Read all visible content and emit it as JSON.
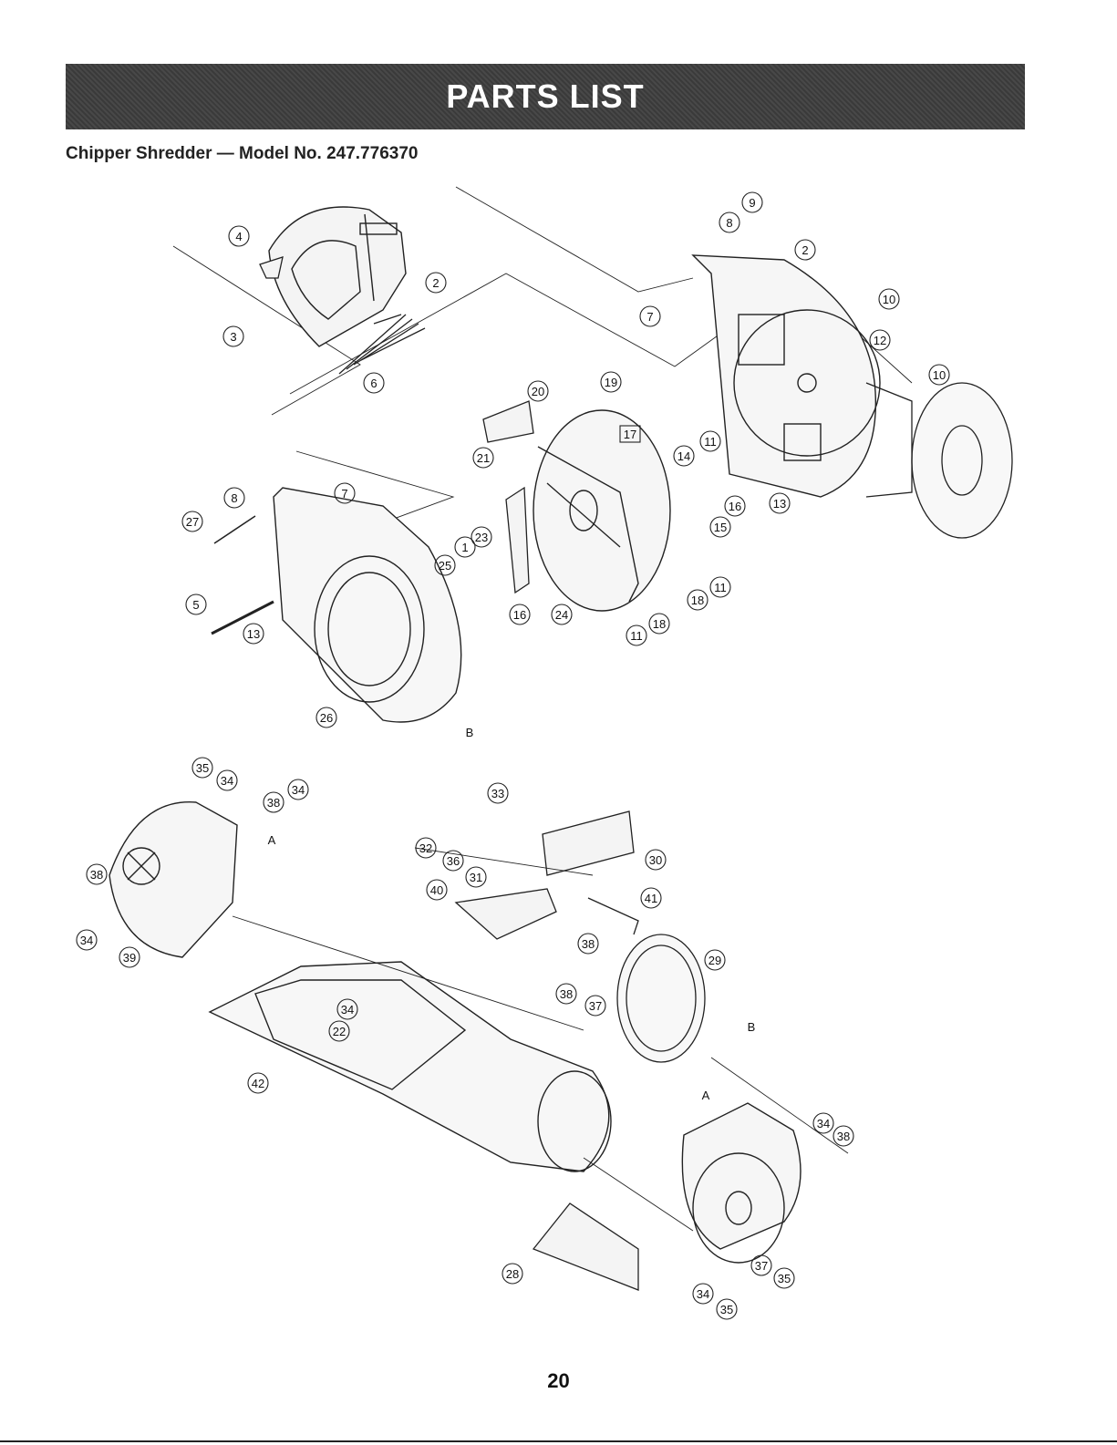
{
  "header": {
    "title": "PARTS LIST",
    "subtitle": "Chipper Shredder — Model No. 247.776370"
  },
  "footer": {
    "page_number": "20"
  },
  "colors": {
    "banner": "#3a3a3a",
    "banner_text": "#ffffff",
    "line": "#222222"
  },
  "callouts": {
    "c1": "1",
    "c2a": "2",
    "c2b": "2",
    "c3": "3",
    "c4": "4",
    "c5": "5",
    "c6": "6",
    "c7a": "7",
    "c7b": "7",
    "c8a": "8",
    "c8b": "8",
    "c9": "9",
    "c10a": "10",
    "c10b": "10",
    "c11a": "11",
    "c11b": "11",
    "c11c": "11",
    "c12": "12",
    "c13a": "13",
    "c13b": "13",
    "c14": "14",
    "c15": "15",
    "c16a": "16",
    "c16b": "16",
    "c17": "17",
    "c18a": "18",
    "c18b": "18",
    "c19": "19",
    "c20": "20",
    "c21": "21",
    "c22": "22",
    "c23": "23",
    "c24": "24",
    "c25": "25",
    "c26": "26",
    "c27": "27",
    "c28": "28",
    "c29": "29",
    "c30": "30",
    "c31": "31",
    "c32": "32",
    "c33": "33",
    "c34a": "34",
    "c34b": "34",
    "c34c": "34",
    "c34d": "34",
    "c34e": "34",
    "c34f": "34",
    "c35a": "35",
    "c35b": "35",
    "c35c": "35",
    "c36": "36",
    "c37a": "37",
    "c37b": "37",
    "c38a": "38",
    "c38b": "38",
    "c38c": "38",
    "c38d": "38",
    "c38e": "38",
    "c39": "39",
    "c40": "40",
    "c41": "41",
    "c42": "42"
  },
  "ref_letters": {
    "b1": "B",
    "b2": "B",
    "a1": "A",
    "a2": "A"
  }
}
